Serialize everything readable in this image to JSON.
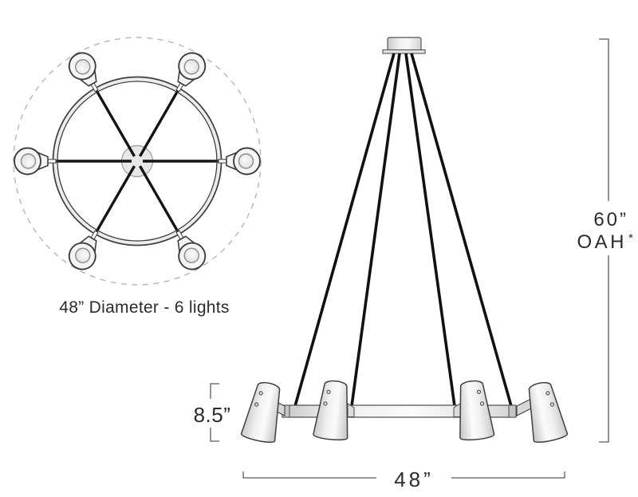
{
  "top_view": {
    "caption": "48” Diameter - 6 lights"
  },
  "side_view": {
    "oah_value": "60”",
    "oah_label": "OAH",
    "footnote_marker": "*",
    "shade_height_label": "8.5”",
    "diameter_label": "48”"
  },
  "colors": {
    "outline": "#3d3d3d",
    "cable": "#111111",
    "dimension_line": "#5a5a5a",
    "text": "#2b2b2b",
    "fill_light": "#f2f2f2",
    "dashed_guide": "#b5b5b5",
    "background": "#ffffff"
  }
}
